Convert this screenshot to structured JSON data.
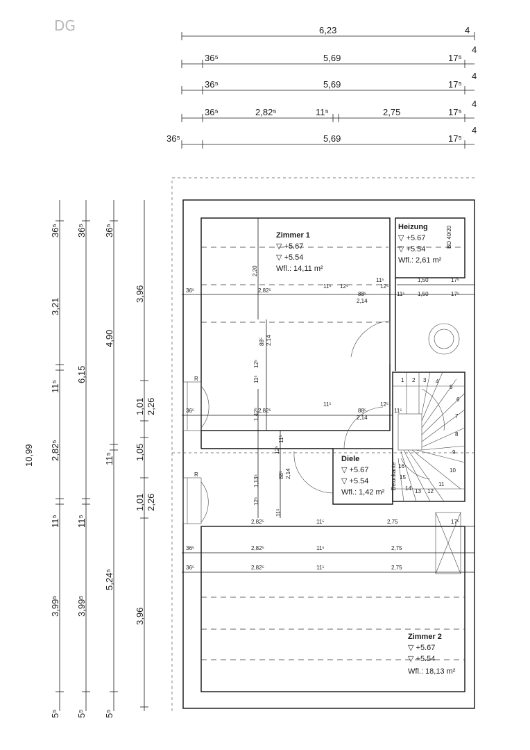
{
  "annotation": "DG",
  "top_dims": {
    "row1": [
      "6,23",
      "4"
    ],
    "row2": [
      "36⁵",
      "5,69",
      "17⁵",
      "4"
    ],
    "row3": [
      "36⁵",
      "5,69",
      "17⁵",
      "4"
    ],
    "row4": [
      "36⁵",
      "2,82⁵",
      "11⁵",
      "2,75",
      "17⁵",
      "4"
    ],
    "row5": [
      "36⁵",
      "5,69",
      "17⁵",
      "4"
    ]
  },
  "left_dims": {
    "col1": [
      "36⁵",
      "3,21",
      "11⁵",
      "2,82⁵",
      "11⁵",
      "3,99⁵",
      "5⁵",
      "10,99"
    ],
    "col2": [
      "36⁵",
      "6,15",
      "11⁵",
      "3,99⁵",
      "5⁵"
    ],
    "col3": [
      "36⁵",
      "4,90",
      "11⁵",
      "5,24⁵",
      "5⁵"
    ],
    "col4": [
      "3,96",
      "1,01",
      "2,26",
      "1,05",
      "1,01",
      "2,26",
      "3,96"
    ]
  },
  "rooms": {
    "zimmer1": {
      "name": "Zimmer 1",
      "level1": "+5.67",
      "level2": "+5.54",
      "area": "Wfl.: 14,11 m²"
    },
    "heizung": {
      "name": "Heizung",
      "level1": "+5.67",
      "level2": "+5.54",
      "area": "Wfl.: 2,61 m²",
      "note": "BD 40/20"
    },
    "diele": {
      "name": "Diele",
      "level1": "+5.67",
      "level2": "+5.54",
      "area": "Wfl.: 1,42 m²",
      "note": "Betonkante"
    },
    "zimmer2": {
      "name": "Zimmer 2",
      "level1": "+5.67",
      "level2": "+5.54",
      "area": "Wfl.: 18,13 m²"
    }
  },
  "inner_dims": {
    "z1_height": "2,20",
    "z1_row_a": [
      "36⁵",
      "2,82⁵",
      "11⁵",
      "12⁵",
      "11⁵",
      "12⁵",
      "1,50",
      "17⁵"
    ],
    "z1_row_b": [
      "88⁵",
      "2,14",
      "11⁵",
      "1,50",
      "17⁵"
    ],
    "z1_vert": [
      "88⁵",
      "2,14",
      "12⁵",
      "11⁵"
    ],
    "mid_row": [
      "36⁵",
      "2,82⁵",
      "11⁵",
      "12⁵",
      "88⁵",
      "2,14",
      "11⁵"
    ],
    "mid_vert": [
      "1,42⁵",
      "12⁵",
      "11⁵",
      "1,13⁵",
      "88⁵",
      "2,14",
      "12⁵",
      "11⁵"
    ],
    "z2_row_a": [
      "2,82⁵",
      "11⁵",
      "2,75",
      "17⁵"
    ],
    "z2_row_b": [
      "36⁵",
      "2,82⁵",
      "11⁵",
      "2,75"
    ],
    "z2_row_c": [
      "36⁵",
      "2,82⁵",
      "11⁵",
      "2,75"
    ],
    "window_mark": "R",
    "stair_numbers": [
      "1",
      "2",
      "3",
      "4",
      "5",
      "6",
      "7",
      "8",
      "9",
      "10",
      "11",
      "12",
      "13",
      "14",
      "15",
      "16"
    ]
  }
}
